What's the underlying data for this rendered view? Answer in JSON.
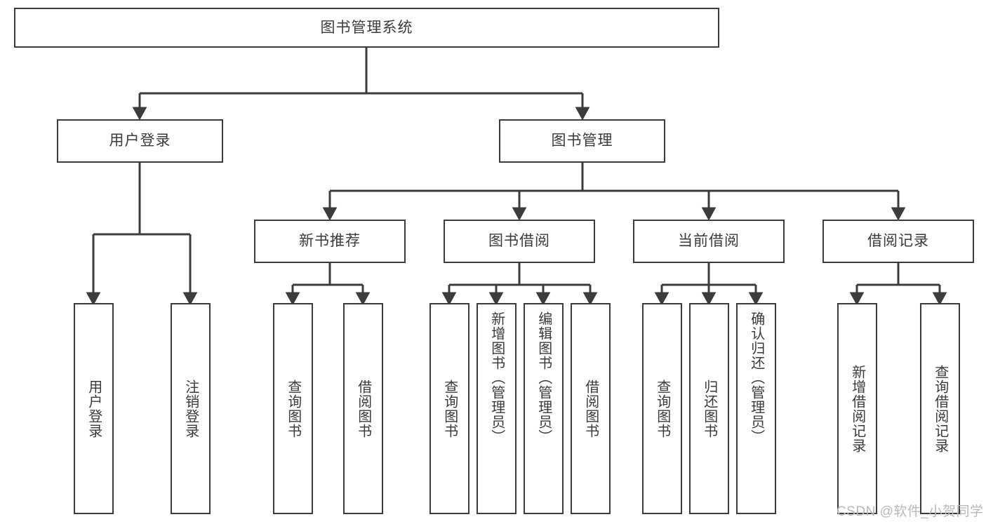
{
  "diagram": {
    "title": "图书管理系统",
    "type": "tree",
    "stroke_color": "#3c3c3c",
    "text_color": "#3a3a3a",
    "background_color": "#ffffff",
    "watermark": "CSDN @软件_小贺同学",
    "watermark_color": "#b9b9b9",
    "root": {
      "label": "图书管理系统"
    },
    "level2": [
      {
        "label": "用户登录"
      },
      {
        "label": "图书管理"
      }
    ],
    "level3": [
      {
        "label": "新书推荐"
      },
      {
        "label": "图书借阅"
      },
      {
        "label": "当前借阅"
      },
      {
        "label": "借阅记录"
      }
    ],
    "leaves": {
      "user_login": [
        {
          "label": "用户登录"
        },
        {
          "label": "注销登录"
        }
      ],
      "new_book": [
        {
          "label": "查询图书"
        },
        {
          "label": "借阅图书"
        }
      ],
      "borrow_book": [
        {
          "label": "查询图书"
        },
        {
          "label": "新增图书（管理员）"
        },
        {
          "label": "编辑图书（管理员）"
        },
        {
          "label": "借阅图书"
        }
      ],
      "current_borrow": [
        {
          "label": "查询图书"
        },
        {
          "label": "归还图书"
        },
        {
          "label": "确认归还（管理员）"
        }
      ],
      "borrow_record": [
        {
          "label": "新增借阅记录"
        },
        {
          "label": "查询借阅记录"
        }
      ]
    }
  }
}
